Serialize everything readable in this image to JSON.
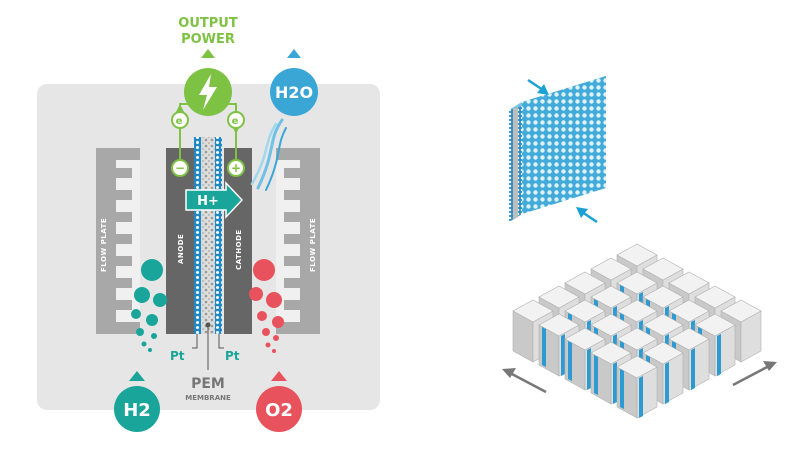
{
  "labels": {
    "output_power_line1": "OUTPUT",
    "output_power_line2": "POWER",
    "h2o": "H2O",
    "h2": "H2",
    "o2": "O2",
    "electron": "e",
    "electron_sup": "-",
    "minus": "−",
    "plus": "+",
    "h_plus": "H+",
    "anode": "ANODE",
    "cathode": "CATHODE",
    "flow_plate": "FLOW PLATE",
    "pt": "Pt",
    "pem": "PEM",
    "membrane": "MEMBRANE"
  },
  "colors": {
    "green": "#7dc242",
    "teal": "#1aa59a",
    "red": "#e8525c",
    "blue": "#3aa6d6",
    "gray_light": "#e6e6e6",
    "gray_mid": "#a8a8a8",
    "gray_dark": "#777777"
  },
  "icons": [
    "lightning-icon"
  ]
}
